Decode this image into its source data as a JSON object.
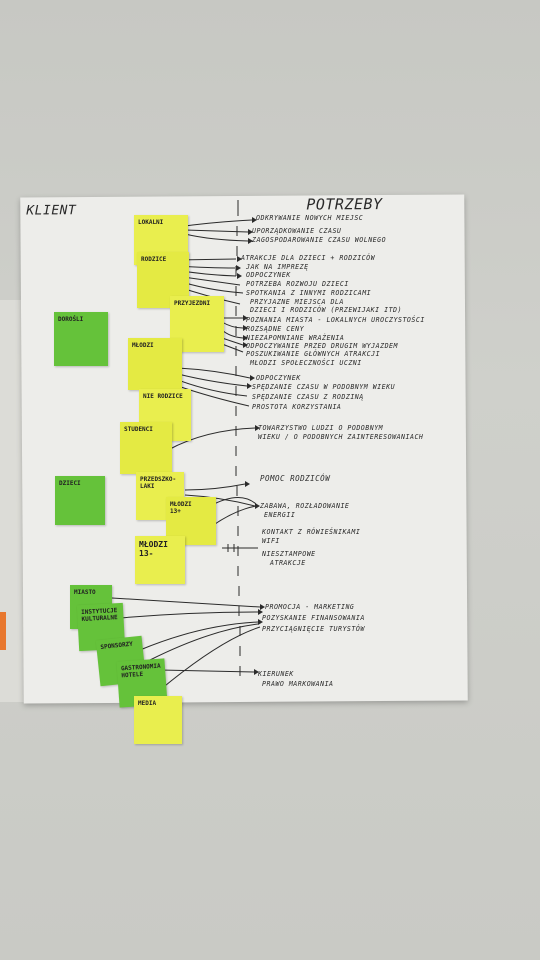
{
  "board": {
    "header_left": "KLIENT",
    "header_right": "POTRZEBY"
  },
  "green_notes": {
    "doros": "DOROŚLI",
    "dzieci": "DZIECI",
    "miasto": "MIASTO",
    "instytucje": "INSTYTUCJE\nKULTURALNE",
    "sponsorzy": "SPONSORZY",
    "gastronomia": "GASTRONOMIA\nHOTELE"
  },
  "yellow_notes": {
    "lokalni": "LOKALNI",
    "rodzice": "RODZICE",
    "przyjezdni": "PRZYJEZDNI",
    "mlodzi": "MŁODZI",
    "nie_rodzice": "NIE RODZICE",
    "studenci": "STUDENCI",
    "przedszkolaki": "PRZEDSZKO-\nLAKI",
    "mlodzi13plus": "MŁODZI\n13+",
    "mlodzi13minus": "MŁODZI\n13-",
    "media": "MEDIA"
  },
  "needs": [
    "ODKRYWANIE NOWYCH MIEJSC",
    "UPORZĄDKOWANIE CZASU",
    "ZAGOSPODAROWANIE CZASU WOLNEGO",
    "ATRAKCJE DLA DZIECI + RODZICÓW",
    "JAK NA IMPREZĘ",
    "ODPOCZYNEK",
    "POTRZEBA ROZWOJU DZIECI",
    "SPOTKANIA Z INNYMI RODZICAMI",
    "PRZYJAZNE MIEJSCA DLA",
    "DZIECI I RODZICÓW (PRZEWIJAKI ITD)",
    "POZNANIA MIASTA - LOKALNYCH UROCZYSTOŚCI",
    "ROZSĄDNE CENY",
    "NIEZAPOMNIANE WRAŻENIA",
    "ODPOCZYWANIE PRZED DRUGIM WYJAZDEM",
    "POSZUKIWANIE GŁÓWNYCH ATRAKCJI",
    "MŁODZI SPOŁECZNOŚCI UCZNI",
    "ODPOCZYNEK",
    "SPĘDZANIE CZASU W PODOBNYM WIEKU",
    "SPĘDZANIE CZASU Z RODZINĄ",
    "PROSTOTA KORZYSTANIA",
    "TOWARZYSTWO LUDZI O PODOBNYM",
    "WIEKU / O PODOBNYCH ZAINTERESOWANIACH",
    "POMOC RODZICÓW",
    "ZABAWA, ROZŁADOWANIE",
    "ENERGII",
    "KONTAKT Z RÓWIEŚNIKAMI",
    "WIFI",
    "NIESZTAMPOWE",
    "ATRAKCJE",
    "PROMOCJA - MARKETING",
    "POZYSKANIE FINANSOWANIA",
    "PRZYCIĄGNIĘCIE TURYSTÓW",
    "KIERUNEK",
    "PRAWO MARKOWANIA"
  ],
  "colors": {
    "sticky_yellow": "#e9ee4e",
    "sticky_green": "#65c23a",
    "paper": "#ededea",
    "wall": "#cbccc7",
    "marker": "#2a2a2a"
  }
}
